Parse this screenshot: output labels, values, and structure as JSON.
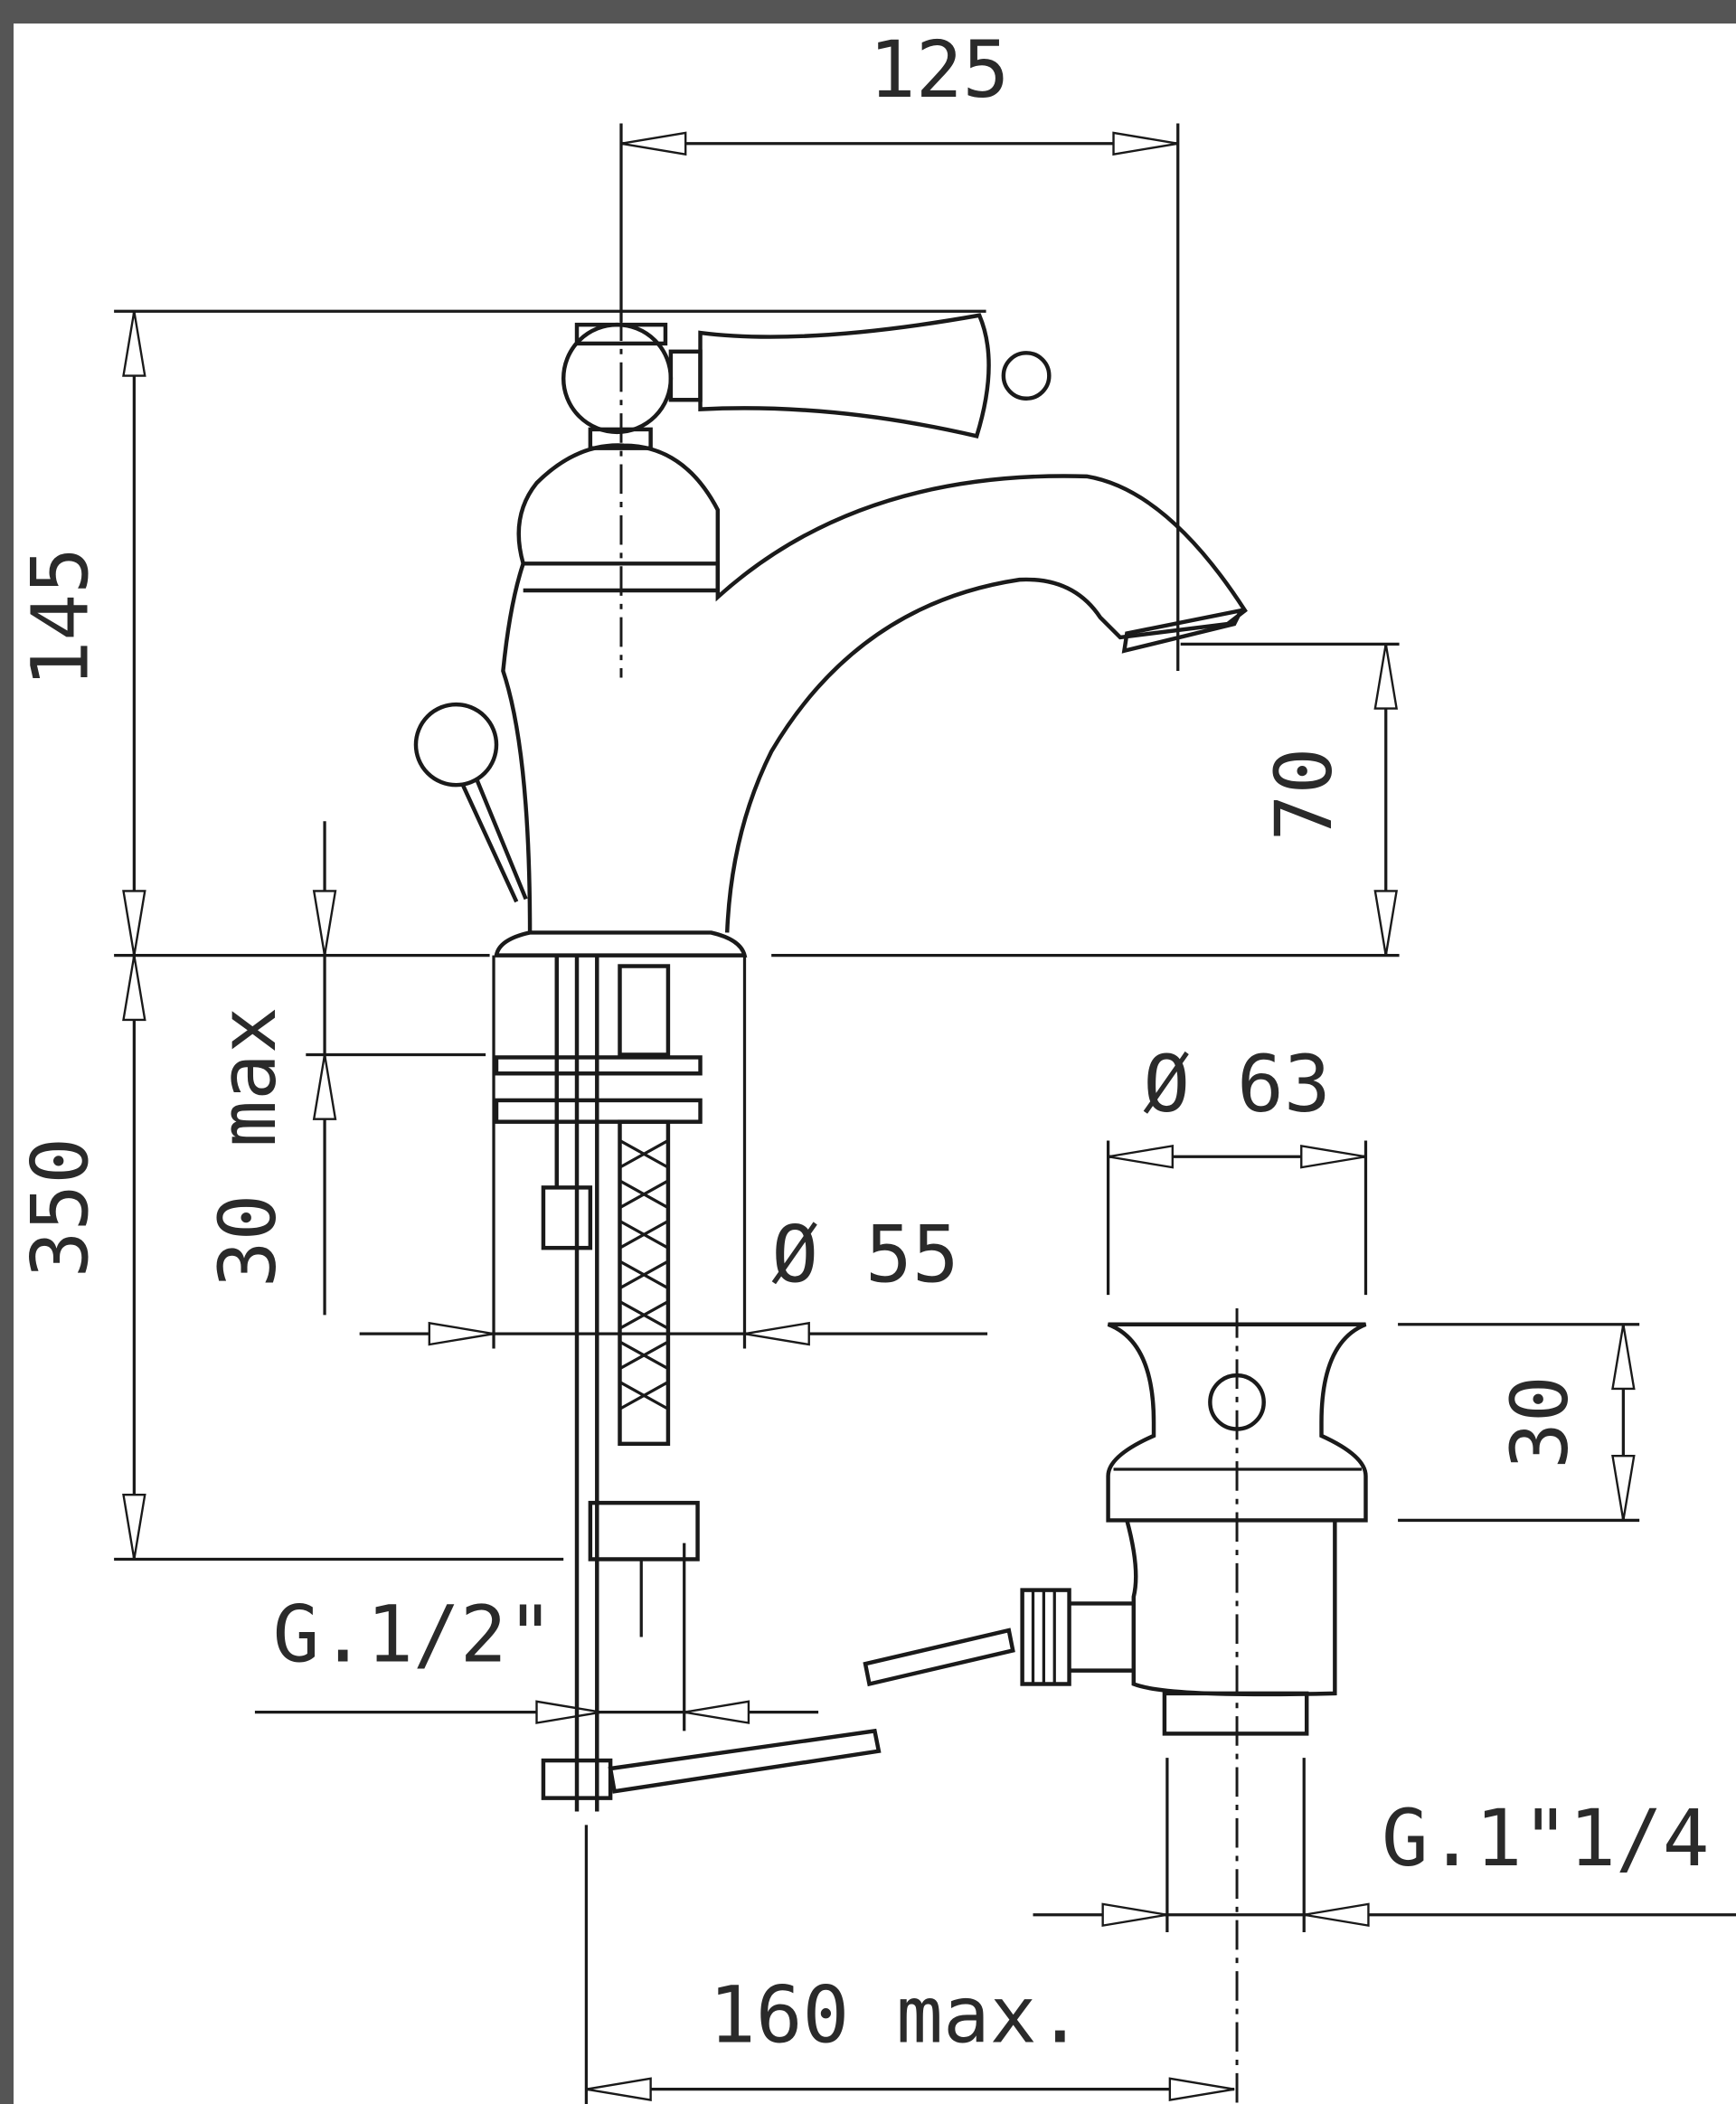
{
  "title": "Basin mixer technical drawing",
  "dimensions": {
    "spout_reach": "125",
    "total_height": "145",
    "spout_height": "70",
    "hose_length": "350",
    "deck_thickness_max": "30 max",
    "waste_diameter": "Ø 63",
    "base_diameter": "Ø 55",
    "waste_height": "30",
    "supply_thread": "G.1/2\"",
    "waste_thread": "G.1\"1/4",
    "rod_distance_max": "160 max."
  }
}
